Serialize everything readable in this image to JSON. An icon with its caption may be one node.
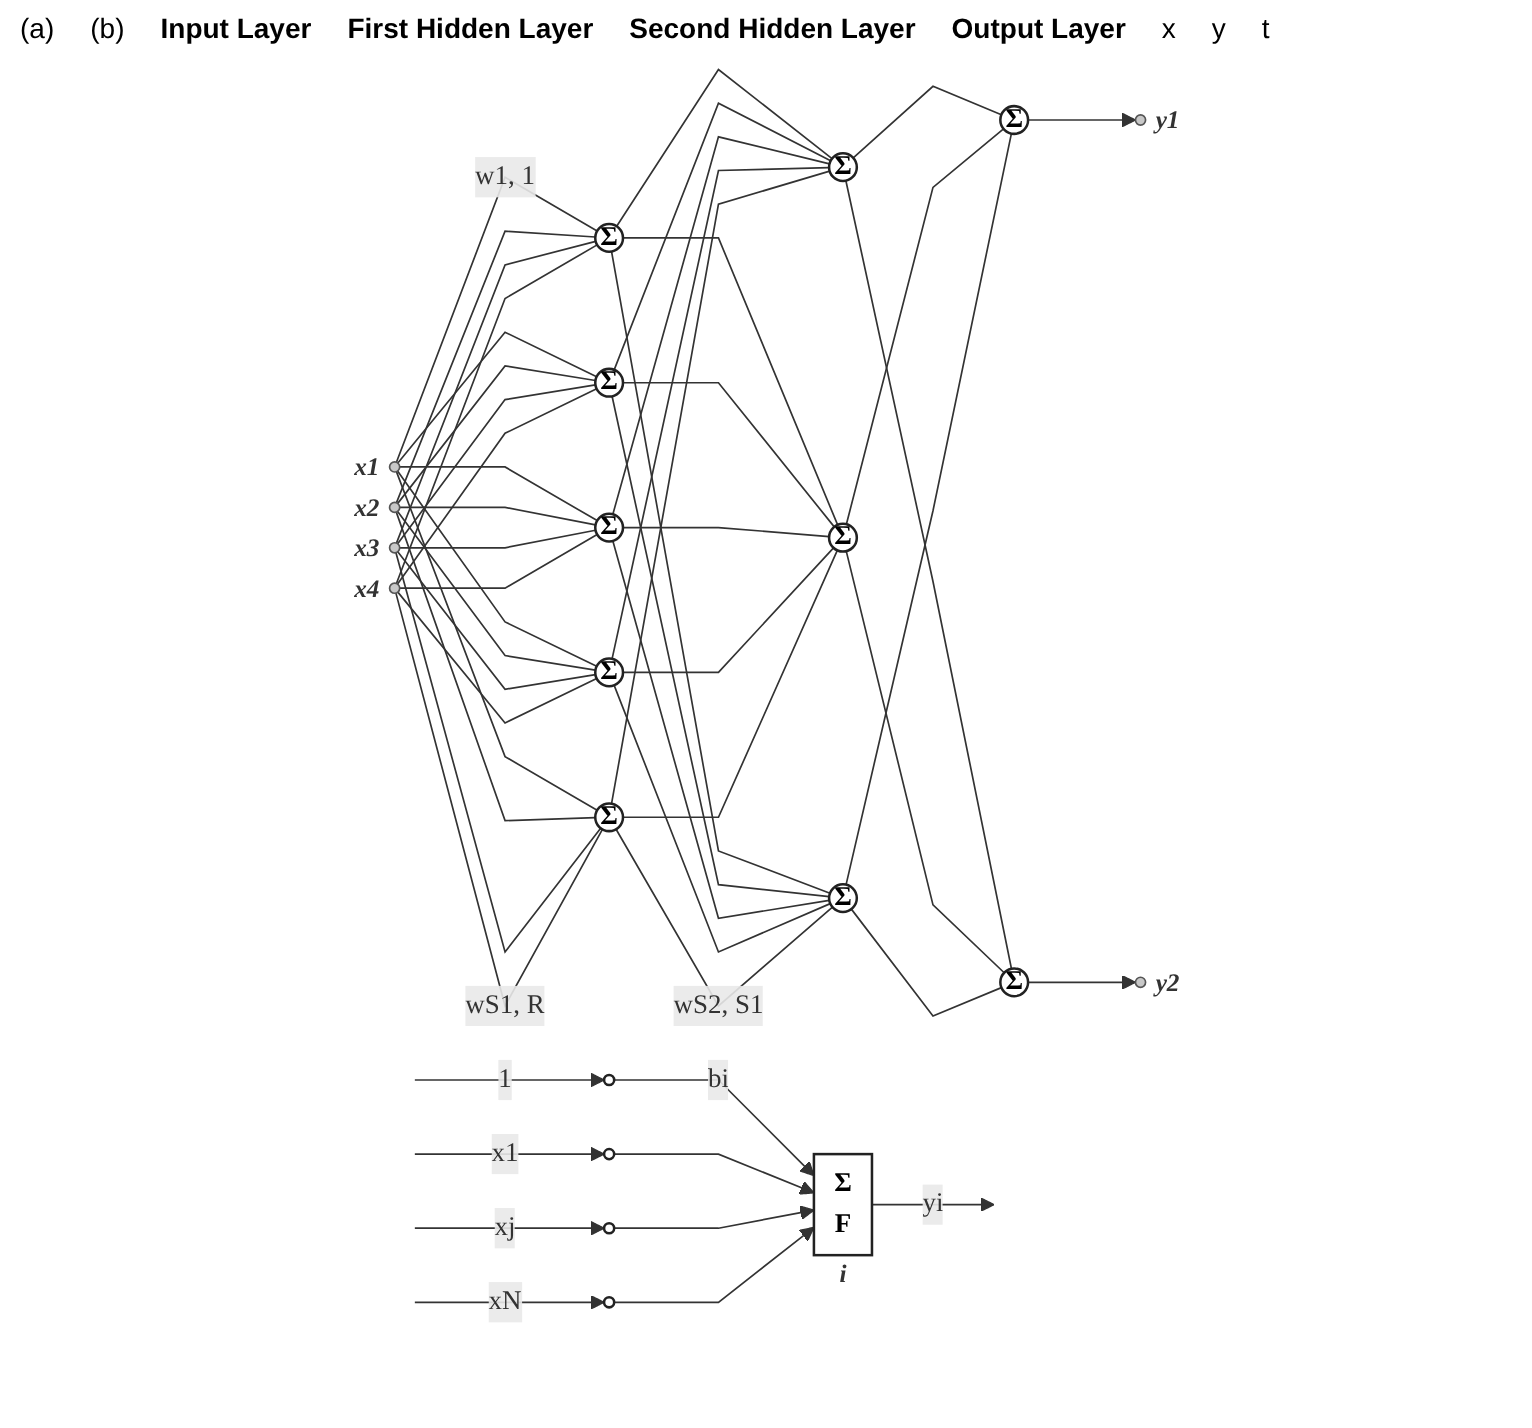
{
  "diagram": {
    "nodes": [
      {
        "text": [],
        "shape": "circle"
      },
      {
        "text": [],
        "shape": "circle"
      },
      {
        "text": [],
        "shape": "circle"
      },
      {
        "text": [],
        "shape": "circle"
      },
      {
        "text": [
          "Σ",
          "F"
        ],
        "beside": [
          "i"
        ]
      },
      {
        "text": [],
        "shape": "circle",
        "beside": [
          "x1"
        ]
      },
      {
        "text": [],
        "shape": "circle",
        "beside": [
          "x2"
        ]
      },
      {
        "text": [],
        "shape": "circle",
        "beside": [
          "x3"
        ]
      },
      {
        "text": [],
        "shape": "circle",
        "beside": [
          "x4"
        ]
      },
      {
        "text": [
          "Σ"
        ]
      },
      {
        "text": [
          "Σ"
        ]
      },
      {
        "text": [
          "Σ"
        ]
      },
      {
        "text": [
          "Σ"
        ]
      },
      {
        "text": [
          "Σ"
        ]
      },
      {
        "text": [
          "Σ"
        ]
      },
      {
        "text": [
          "Σ"
        ]
      },
      {
        "text": [
          "Σ"
        ]
      },
      {
        "text": [
          "Σ"
        ]
      },
      {
        "text": [
          "Σ"
        ]
      },
      {
        "text": [],
        "shape": "circle",
        "beside": [
          "y1"
        ]
      },
      {
        "text": [],
        "shape": "circle",
        "beside": [
          "y2"
        ]
      }
    ],
    "edges": [
      {
        "from": null,
        "to": 0,
        "arrow": "to",
        "label": "1"
      },
      {
        "from": 0,
        "to": 4,
        "arrow": "to",
        "label": "bi"
      },
      {
        "from": null,
        "to": 1,
        "arrow": "to",
        "label": "x1"
      },
      {
        "from": null,
        "to": 2,
        "arrow": "to",
        "label": "xj"
      },
      {
        "from": null,
        "to": 3,
        "arrow": "to",
        "label": "xN"
      },
      {
        "from": 1,
        "to": 4,
        "arrow": "to"
      },
      {
        "from": 2,
        "to": 4,
        "arrow": "to"
      },
      {
        "from": 3,
        "to": 4,
        "arrow": "to"
      },
      {
        "from": 4,
        "to": null,
        "arrow": "to",
        "label": "yi"
      },
      {
        "from": 5,
        "to": 9,
        "arrow": "none",
        "label": "w1, 1"
      },
      {
        "from": 5,
        "to": 10,
        "arrow": "none"
      },
      {
        "from": 5,
        "to": 11,
        "arrow": "none"
      },
      {
        "from": 5,
        "to": 12,
        "arrow": "none"
      },
      {
        "from": 5,
        "to": 13,
        "arrow": "none"
      },
      {
        "from": 6,
        "to": 9,
        "arrow": "none"
      },
      {
        "from": 6,
        "to": 10,
        "arrow": "none"
      },
      {
        "from": 6,
        "to": 11,
        "arrow": "none"
      },
      {
        "from": 6,
        "to": 12,
        "arrow": "none"
      },
      {
        "from": 6,
        "to": 13,
        "arrow": "none"
      },
      {
        "from": 7,
        "to": 9,
        "arrow": "none"
      },
      {
        "from": 7,
        "to": 10,
        "arrow": "none"
      },
      {
        "from": 7,
        "to": 11,
        "arrow": "none"
      },
      {
        "from": 7,
        "to": 12,
        "arrow": "none"
      },
      {
        "from": 7,
        "to": 13,
        "arrow": "none"
      },
      {
        "from": 8,
        "to": 9,
        "arrow": "none"
      },
      {
        "from": 8,
        "to": 10,
        "arrow": "none"
      },
      {
        "from": 8,
        "to": 11,
        "arrow": "none"
      },
      {
        "from": 8,
        "to": 12,
        "arrow": "none"
      },
      {
        "from": 8,
        "to": 13,
        "arrow": "none",
        "label": "wS1, R"
      },
      {
        "from": 9,
        "to": 14,
        "arrow": "none"
      },
      {
        "from": 9,
        "to": 15,
        "arrow": "none"
      },
      {
        "from": 9,
        "to": 16,
        "arrow": "none"
      },
      {
        "from": 10,
        "to": 14,
        "arrow": "none"
      },
      {
        "from": 10,
        "to": 15,
        "arrow": "none"
      },
      {
        "from": 10,
        "to": 16,
        "arrow": "none"
      },
      {
        "from": 11,
        "to": 14,
        "arrow": "none"
      },
      {
        "from": 11,
        "to": 15,
        "arrow": "none"
      },
      {
        "from": 11,
        "to": 16,
        "arrow": "none"
      },
      {
        "from": 12,
        "to": 14,
        "arrow": "none"
      },
      {
        "from": 12,
        "to": 15,
        "arrow": "none"
      },
      {
        "from": 12,
        "to": 16,
        "arrow": "none"
      },
      {
        "from": 13,
        "to": 14,
        "arrow": "none"
      },
      {
        "from": 13,
        "to": 15,
        "arrow": "none"
      },
      {
        "from": 13,
        "to": 16,
        "arrow": "none",
        "label": "wS2, S1"
      },
      {
        "from": 14,
        "to": 17,
        "arrow": "none"
      },
      {
        "from": 14,
        "to": 18,
        "arrow": "none"
      },
      {
        "from": 15,
        "to": 17,
        "arrow": "none"
      },
      {
        "from": 15,
        "to": 18,
        "arrow": "none"
      },
      {
        "from": 16,
        "to": 17,
        "arrow": "none"
      },
      {
        "from": 16,
        "to": 18,
        "arrow": "none"
      },
      {
        "from": 17,
        "to": 19,
        "arrow": "to"
      },
      {
        "from": 18,
        "to": 20,
        "arrow": "to"
      }
    ],
    "labels": [
      "(a)",
      "(b)",
      "Input Layer",
      "First Hidden Layer",
      "Second Hidden Layer",
      "Output Layer",
      "x",
      "y",
      "t"
    ]
  }
}
